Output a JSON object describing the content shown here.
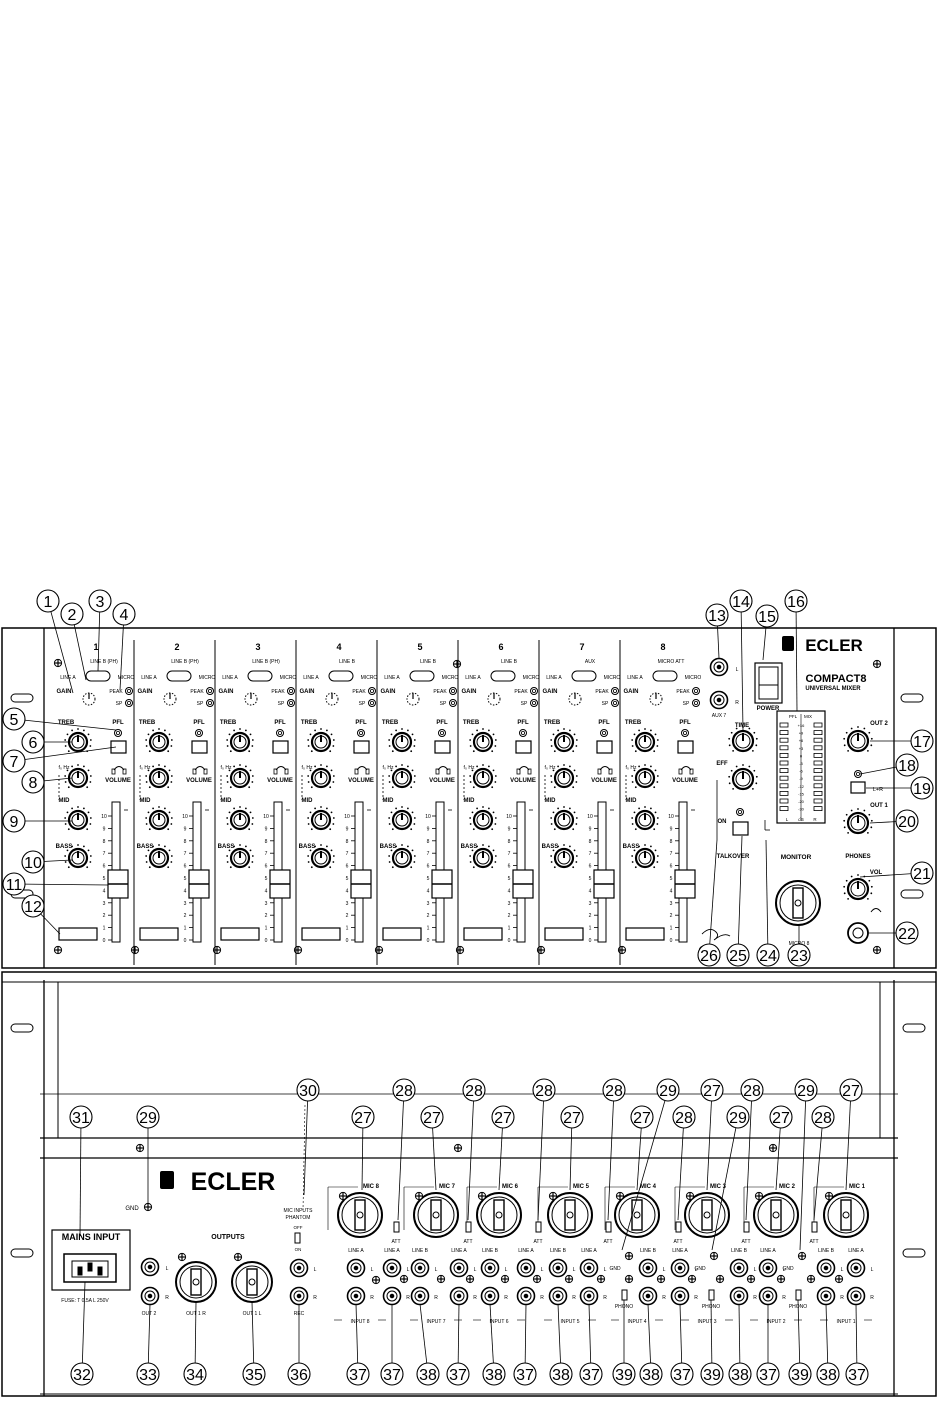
{
  "front": {
    "channel_numbers": [
      "1",
      "2",
      "3",
      "4",
      "5",
      "6",
      "7",
      "8"
    ],
    "channel_line_b": [
      "LINE B (PH)",
      "LINE B (PH)",
      "LINE B (PH)",
      "LINE B",
      "LINE B",
      "LINE B",
      "AUX",
      "MICRO ATT"
    ],
    "label_line_a": "LINE A",
    "label_micro": "MICRO",
    "label_gain": "GAIN",
    "label_peak": "PEAK",
    "label_sp": "SP",
    "label_treb": "TREB",
    "label_pfl": "PFL",
    "label_fhz": "f₀ Hz",
    "label_volume": "VOLUME",
    "label_mid": "MID",
    "label_bass": "BASS",
    "fader_scale": [
      "10",
      "9",
      "8",
      "7",
      "6",
      "5",
      "4",
      "3",
      "2",
      "1",
      "0"
    ],
    "label_l": "L",
    "label_r": "R",
    "label_aux7": "AUX 7",
    "label_time": "TIME",
    "label_eff": "EFF",
    "label_on": "ON",
    "label_talkover": "TALKOVER",
    "label_monitor": "MONITOR",
    "label_power": "POWER",
    "brand": "ECLER",
    "model": "COMPACT8",
    "subtitle": "UNIVERSAL MIXER",
    "vu_header": [
      "PFL",
      "MIX"
    ],
    "vu_scale": [
      "+16",
      "+9",
      "+6",
      "+3",
      "0",
      "-3",
      "-6",
      "-9",
      "-12",
      "-15",
      "-20",
      "-30"
    ],
    "vu_footer": [
      "L",
      "dB",
      "R"
    ],
    "label_out2": "OUT 2",
    "label_out1": "OUT 1",
    "label_lr": "L+R",
    "label_phones": "PHONES",
    "label_vol": "VOL",
    "label_micro8": "MICRO 8",
    "callouts": [
      "1",
      "2",
      "3",
      "4",
      "5",
      "6",
      "7",
      "8",
      "9",
      "10",
      "11",
      "12",
      "13",
      "14",
      "15",
      "16",
      "17",
      "18",
      "19",
      "20",
      "21",
      "22",
      "23",
      "24",
      "25",
      "26"
    ]
  },
  "rear": {
    "brand": "ECLER",
    "label_gnd": "GND",
    "label_mains": "MAINS INPUT",
    "label_fuse": "FUSE: T 0.5A L 250V",
    "label_outputs": "OUTPUTS",
    "label_out2": "OUT 2",
    "label_out1r": "OUT 1 R",
    "label_out1l": "OUT 1 L",
    "label_rec": "REC",
    "label_phantom": [
      "MIC INPUTS",
      "PHANTOM",
      "OFF",
      "ON"
    ],
    "mic_labels": [
      "MIC 8",
      "MIC 7",
      "MIC 6",
      "MIC 5",
      "MIC 4",
      "MIC 3",
      "MIC 2",
      "MIC 1"
    ],
    "input_labels": [
      "INPUT 8",
      "INPUT 7",
      "INPUT 6",
      "INPUT 5",
      "INPUT 4",
      "INPUT 3",
      "INPUT 2",
      "INPUT 1"
    ],
    "label_line_a": "LINE A",
    "label_line_b": "LINE B",
    "label_att": "ATT",
    "label_phono": "PHONO",
    "label_l": "L",
    "label_r": "R",
    "top_callouts": [
      "31",
      "29",
      "30",
      "27",
      "28",
      "27",
      "28",
      "27",
      "28",
      "27",
      "28",
      "27",
      "29",
      "28",
      "27",
      "28",
      "29",
      "27",
      "29",
      "28",
      "27"
    ],
    "bottom_callouts": [
      "32",
      "33",
      "34",
      "35",
      "36",
      "37",
      "37",
      "38",
      "37",
      "38",
      "37",
      "38",
      "37",
      "39",
      "38",
      "37",
      "39",
      "38",
      "37",
      "39",
      "38",
      "37"
    ]
  }
}
